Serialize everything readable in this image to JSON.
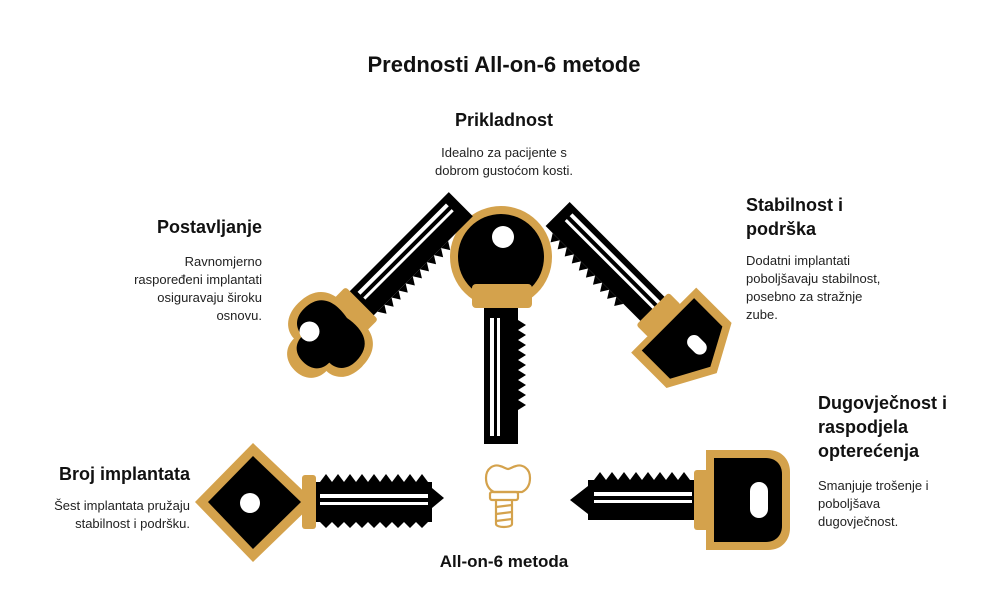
{
  "title": "Prednosti All-on-6 metode",
  "center_label": "All-on-6 metoda",
  "colors": {
    "gold": "#d4a24c",
    "black": "#000000",
    "white": "#ffffff"
  },
  "items": [
    {
      "heading": "Broj implantata",
      "text": "Šest implantata pružaju stabilnost i podršku.",
      "text_lines": [
        "Šest implantata pružaju",
        "stabilnost i podršku."
      ]
    },
    {
      "heading": "Postavljanje",
      "text": "Ravnomjerno raspoređeni implantati osiguravaju široku osnovu.",
      "text_lines": [
        "Ravnomjerno",
        "raspoređeni implantati",
        "osiguravaju široku",
        "osnovu."
      ]
    },
    {
      "heading": "Prikladnost",
      "text": "Idealno za pacijente s dobrom gustoćom kosti.",
      "text_lines": [
        "Idealno za pacijente s",
        "dobrom gustoćom kosti."
      ]
    },
    {
      "heading_lines": [
        "Stabilnost i",
        "podrška"
      ],
      "text_lines": [
        "Dodatni implantati",
        "poboljšavaju stabilnost,",
        "posebno za stražnje",
        "zube."
      ]
    },
    {
      "heading_lines": [
        "Dugovječnost i",
        "raspodjela",
        "opterećenja"
      ],
      "text_lines": [
        "Smanjuje trošenje i",
        "poboljšava",
        "dugovječnost."
      ]
    }
  ],
  "icons": [
    "key-icon",
    "tooth-implant-icon"
  ]
}
